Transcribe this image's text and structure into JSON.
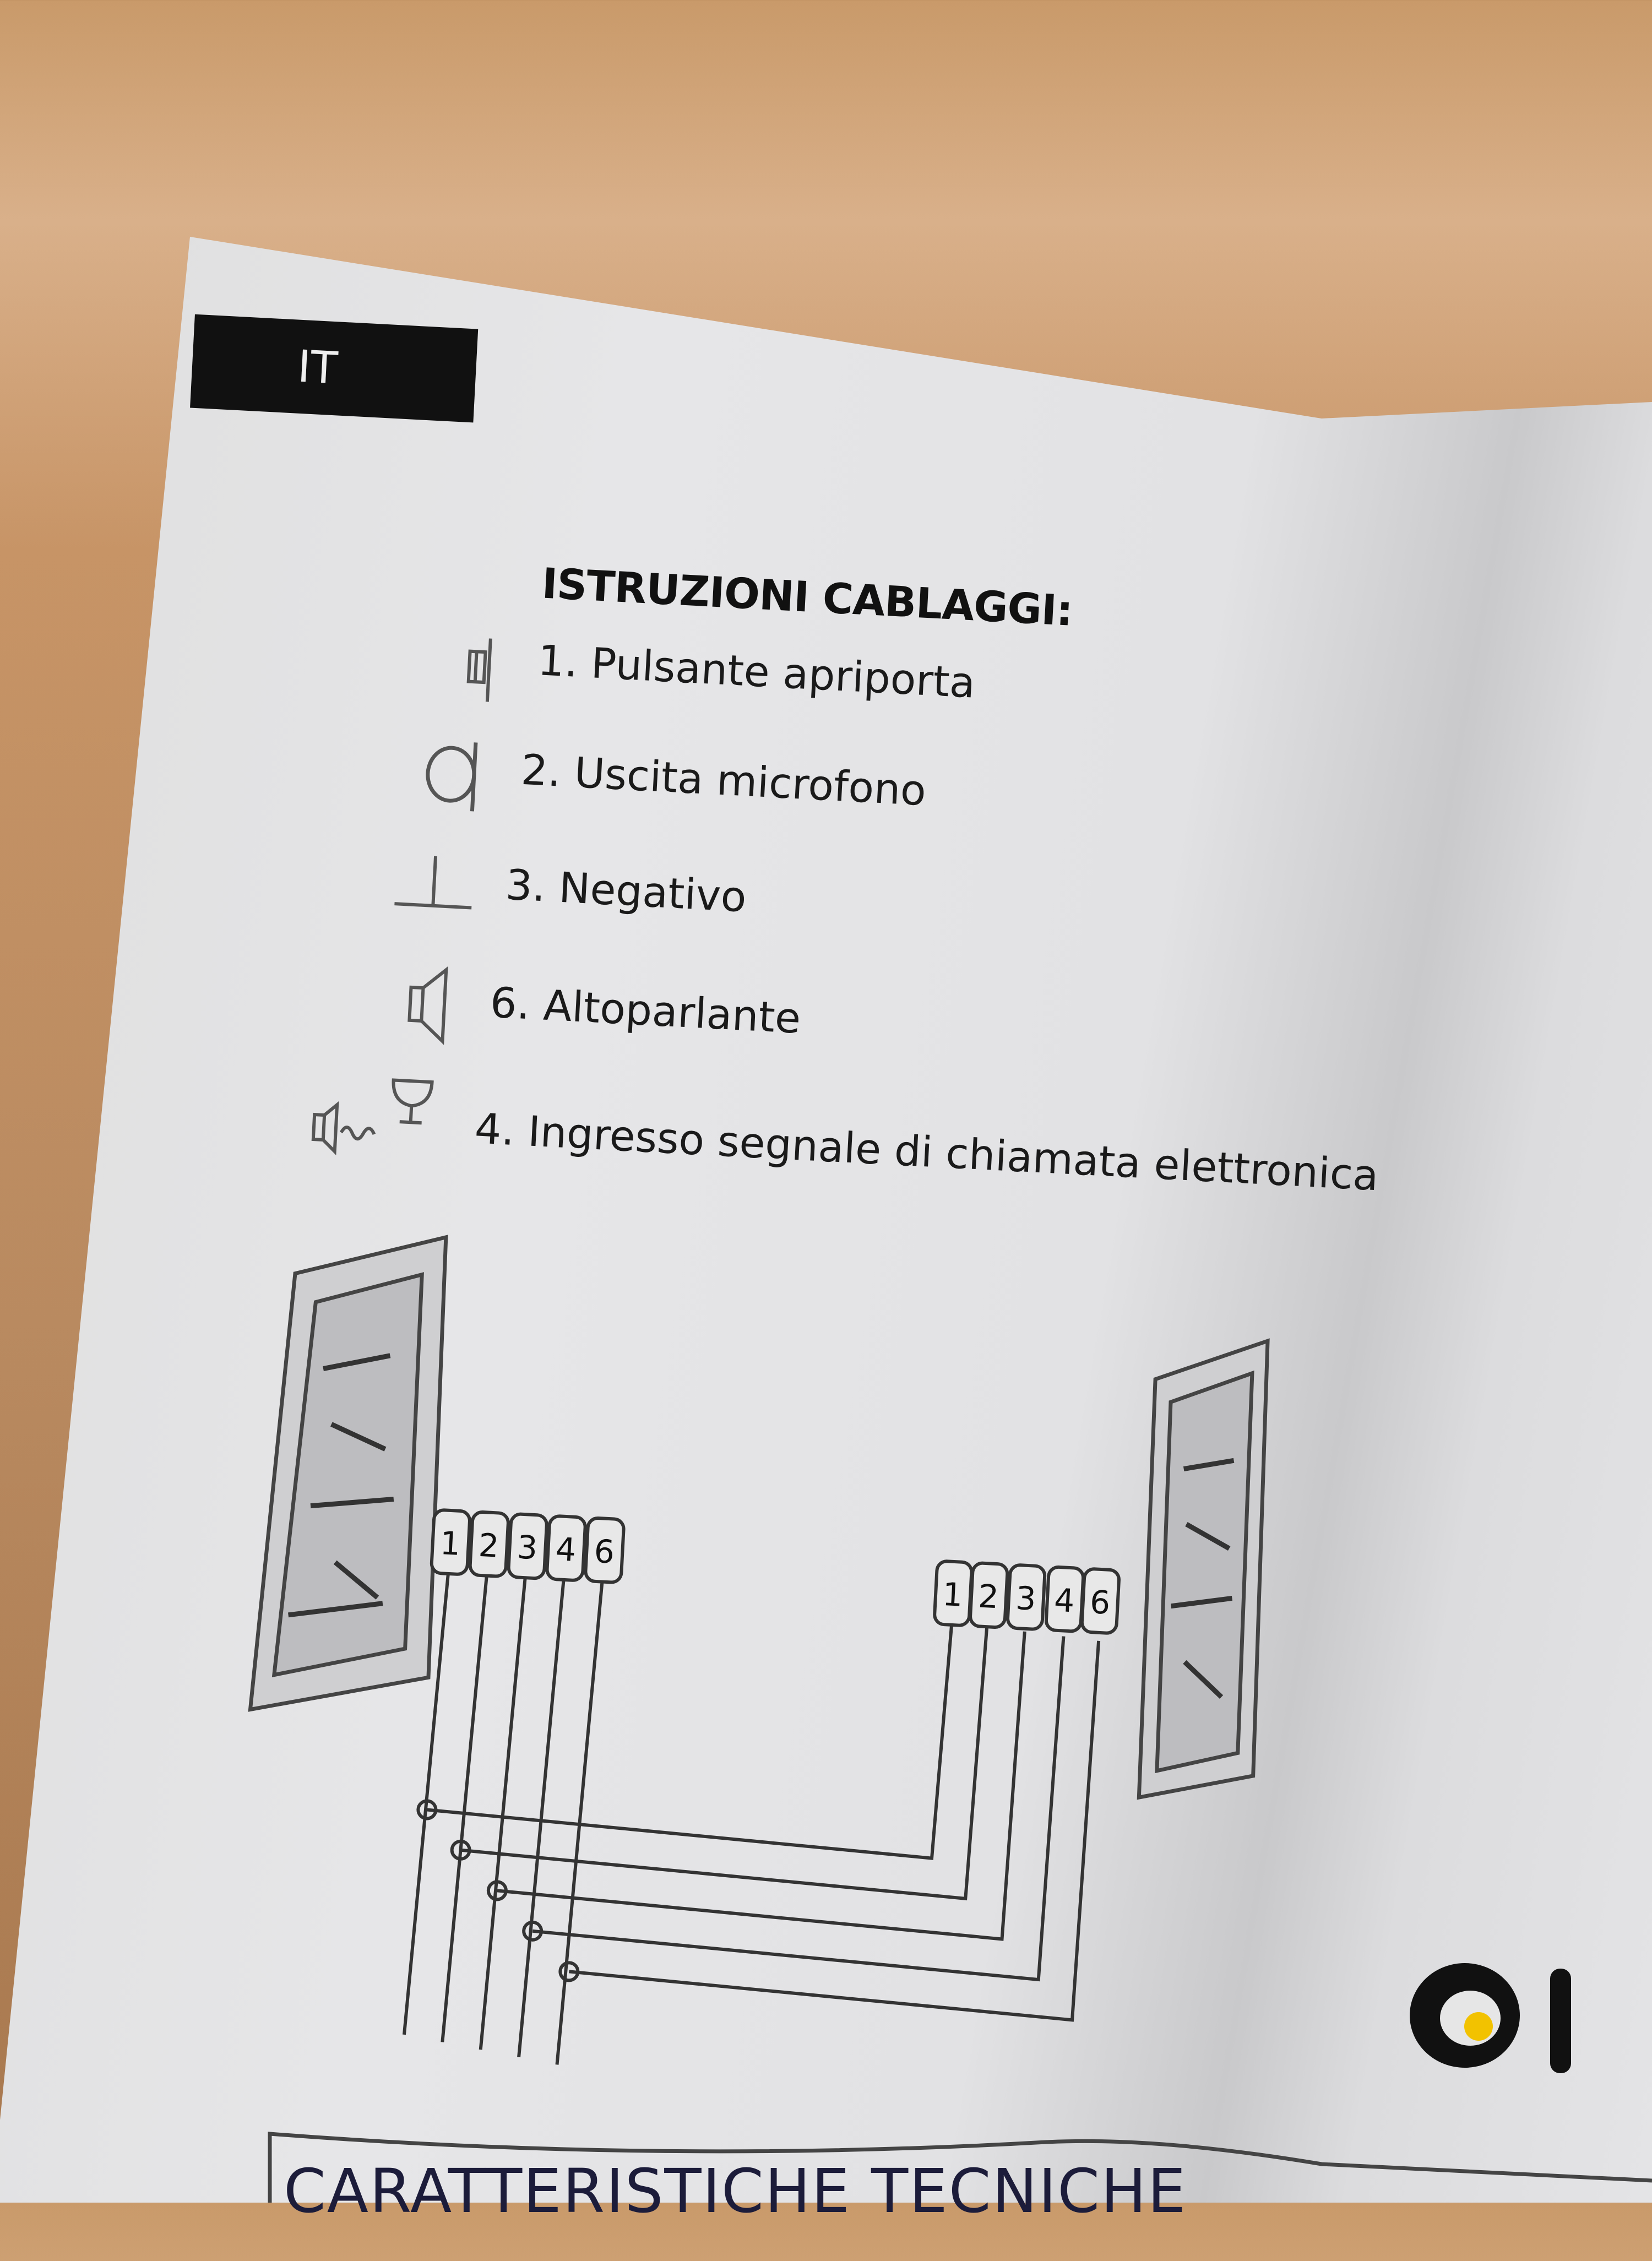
{
  "language_tab": "IT",
  "title": "ISTRUZIONI CABLAGGI:",
  "items": [
    {
      "label": "1. Pulsante apriporta",
      "icon": "door-release-button-icon"
    },
    {
      "label": "2. Uscita microfono",
      "icon": "microphone-icon"
    },
    {
      "label": "3. Negativo",
      "icon": "ground-icon"
    },
    {
      "label": "6. Altoparlante",
      "icon": "speaker-icon"
    },
    {
      "label": "4. Ingresso segnale di chiamata elettronica",
      "icon": "electronic-call-signal-icon"
    }
  ],
  "diagram": {
    "left_terminals": [
      "1",
      "2",
      "3",
      "4",
      "6"
    ],
    "right_terminals": [
      "1",
      "2",
      "3",
      "4",
      "6"
    ]
  },
  "bottom_section_title": "CARATTERISTICHE TECNICHE"
}
